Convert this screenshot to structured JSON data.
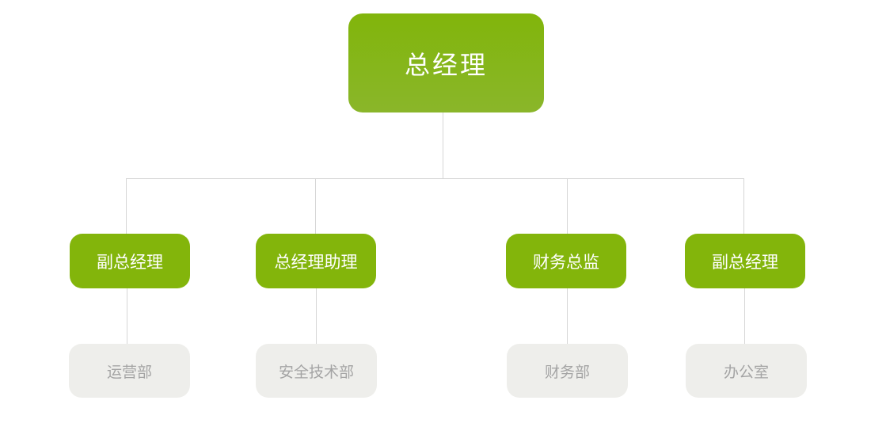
{
  "root": {
    "label": "总经理"
  },
  "managers": [
    {
      "label": "副总经理"
    },
    {
      "label": "总经理助理"
    },
    {
      "label": "财务总监"
    },
    {
      "label": "副总经理"
    }
  ],
  "departments": [
    {
      "label": "运营部"
    },
    {
      "label": "安全技术部"
    },
    {
      "label": "财务部"
    },
    {
      "label": "办公室"
    }
  ],
  "colors": {
    "primary_green": "#83b50b",
    "department_bg": "#eeeeeb",
    "department_text": "#a4a4a4",
    "connector": "#d6d6d6"
  }
}
